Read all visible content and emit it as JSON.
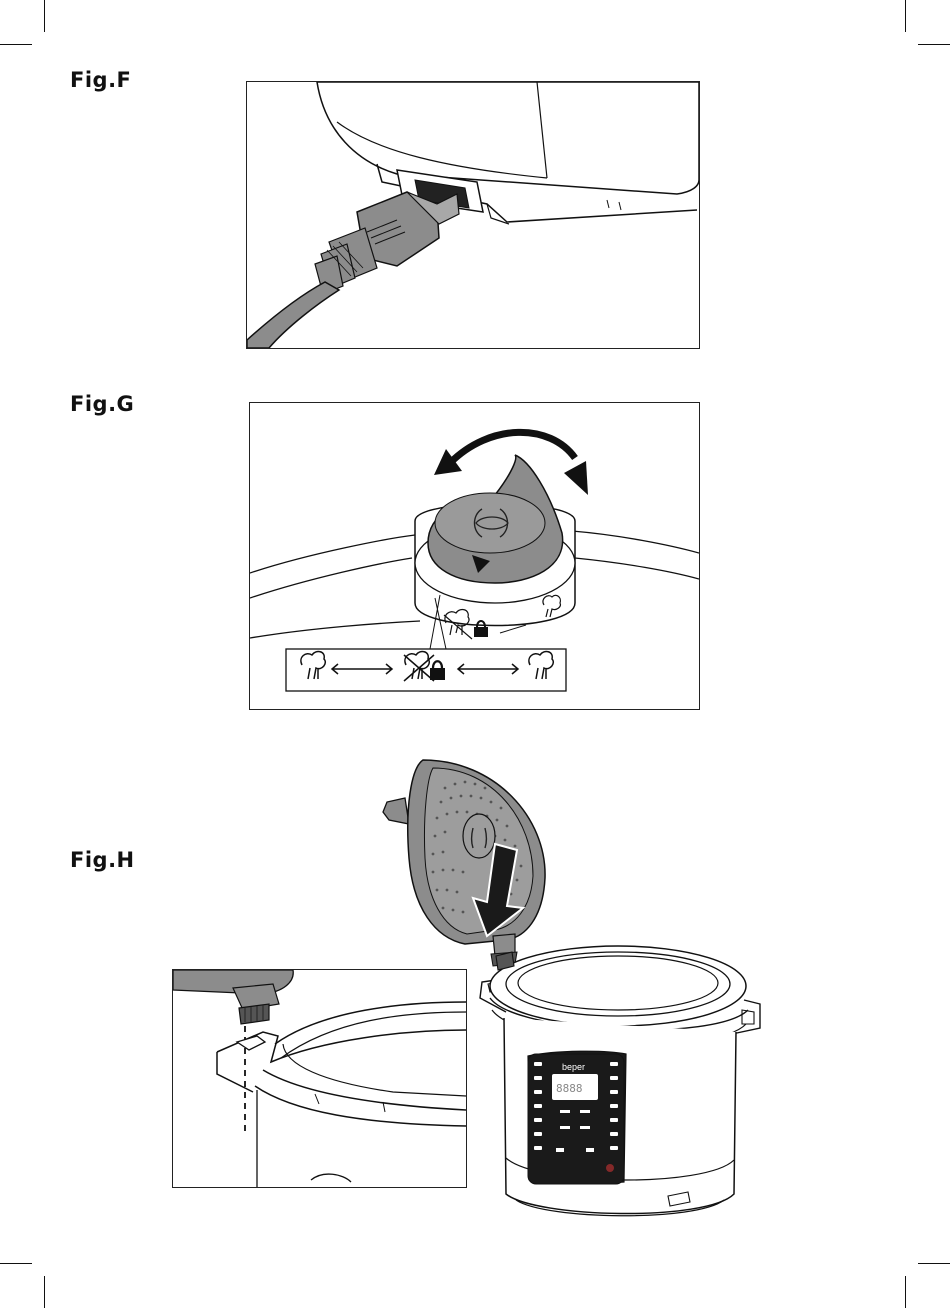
{
  "figures": {
    "f": {
      "label": "Fig.F"
    },
    "g": {
      "label": "Fig.G"
    },
    "h": {
      "label": "Fig.H"
    }
  },
  "device": {
    "brand": "beper",
    "display_glyph": "8888"
  },
  "colors": {
    "gray_fill": "#8c8c8c",
    "dark_fill": "#1a1a1a",
    "line": "#111111"
  },
  "icons": [
    "steam-icon",
    "no-steam-icon",
    "lock-icon",
    "double-arrow-icon",
    "rotate-arrow-icon",
    "down-arrow-icon"
  ]
}
